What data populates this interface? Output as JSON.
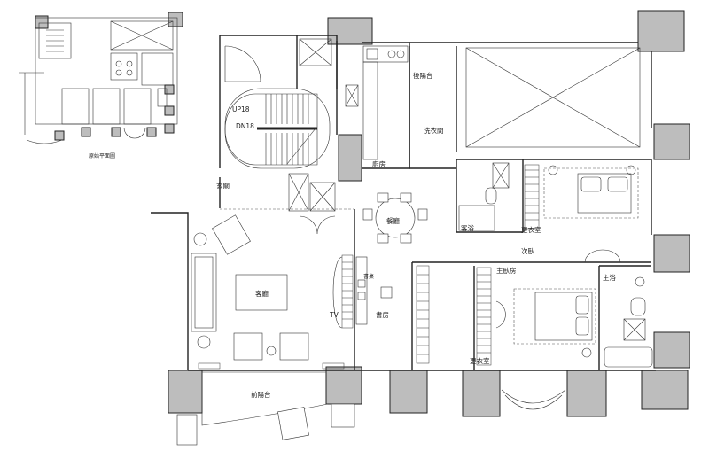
{
  "inset": {
    "title": "原始平面圖"
  },
  "rooms": {
    "living": "客廳",
    "dining": "餐廳",
    "entry": "玄關",
    "kitchen": "廚房",
    "service_balcony": "後陽台",
    "laundry": "洗衣間",
    "guest_bath": "客浴",
    "closet_second": "更衣室",
    "second_bedroom": "次臥",
    "master_bedroom": "主臥房",
    "master_bath": "主浴",
    "closet_master": "更衣室",
    "study": "書房",
    "desk": "書桌",
    "tv": "TV",
    "front_balcony": "前陽台"
  },
  "stairs": {
    "up": "UP18",
    "down": "DN18"
  }
}
